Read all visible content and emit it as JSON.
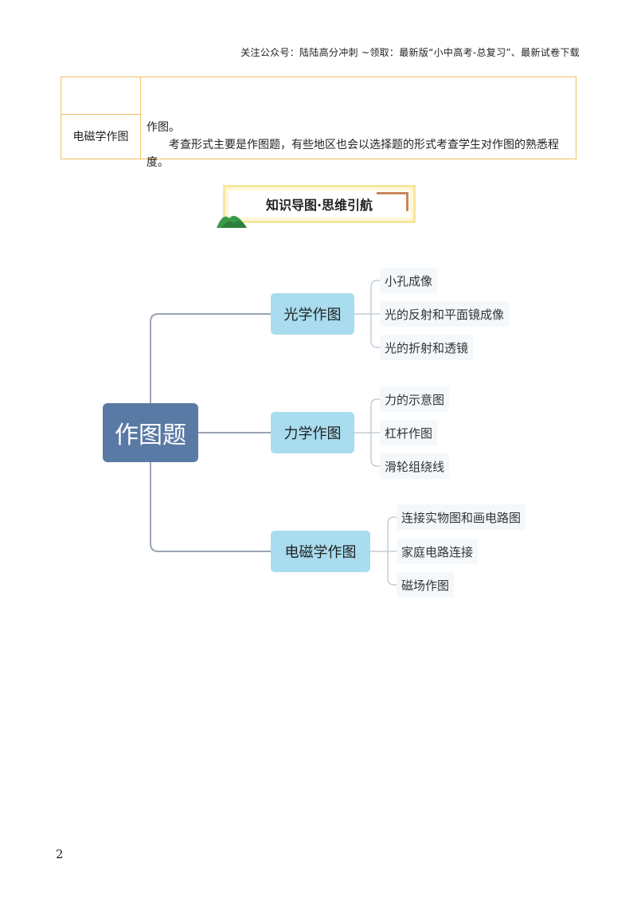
{
  "header": {
    "text": "关注公众号：陆陆高分冲刺  ~领取：最新版“小中高考-总复习”、最新试卷下载"
  },
  "table": {
    "row_label": "电磁学作图",
    "content_line1": "作图。",
    "content_line2": "考查形式主要是作图题，有些地区也会以选择题的形式考查学生对作图的熟悉程度。"
  },
  "banner": {
    "title": "知识导图·思维引航"
  },
  "mindmap": {
    "root": "作图题",
    "branches": [
      {
        "label": "光学作图",
        "leaves": [
          "小孔成像",
          "光的反射和平面镜成像",
          "光的折射和透镜"
        ]
      },
      {
        "label": "力学作图",
        "leaves": [
          "力的示意图",
          "杠杆作图",
          "滑轮组绕线"
        ]
      },
      {
        "label": "电磁学作图",
        "leaves": [
          "连接实物图和画电路图",
          "家庭电路连接",
          "磁场作图"
        ]
      }
    ]
  },
  "page_number": "2",
  "colors": {
    "table_border": "#f0c060",
    "root_fill": "#5a7aa6",
    "branch_fill": "#a8dcee",
    "leaf_fill": "#f4f8fb",
    "line": "#9aa4b2"
  }
}
